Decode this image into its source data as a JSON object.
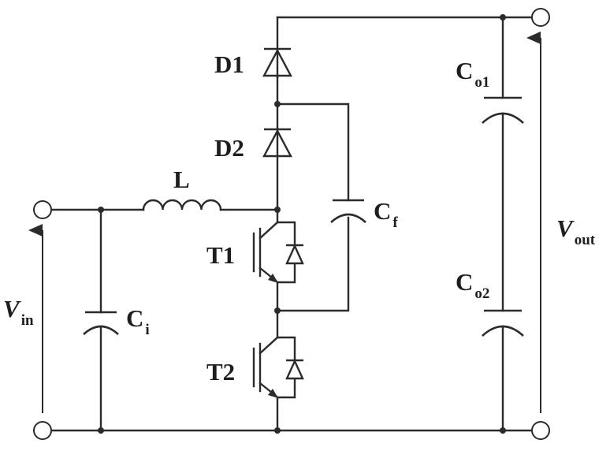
{
  "labels": {
    "d1": "D1",
    "d2": "D2",
    "inductor": "L",
    "t1": "T1",
    "t2": "T2",
    "cf": {
      "main": "C",
      "sub": "f"
    },
    "ci": {
      "main": "C",
      "sub": "i"
    },
    "co1": {
      "main": "C",
      "sub": "o1"
    },
    "co2": {
      "main": "C",
      "sub": "o2"
    },
    "vin": {
      "main": "V",
      "sub": "in"
    },
    "vout": {
      "main": "V",
      "sub": "out"
    }
  },
  "colors": {
    "line": "#2b2b2b",
    "text": "#1e1e1e",
    "background": "#ffffff"
  }
}
